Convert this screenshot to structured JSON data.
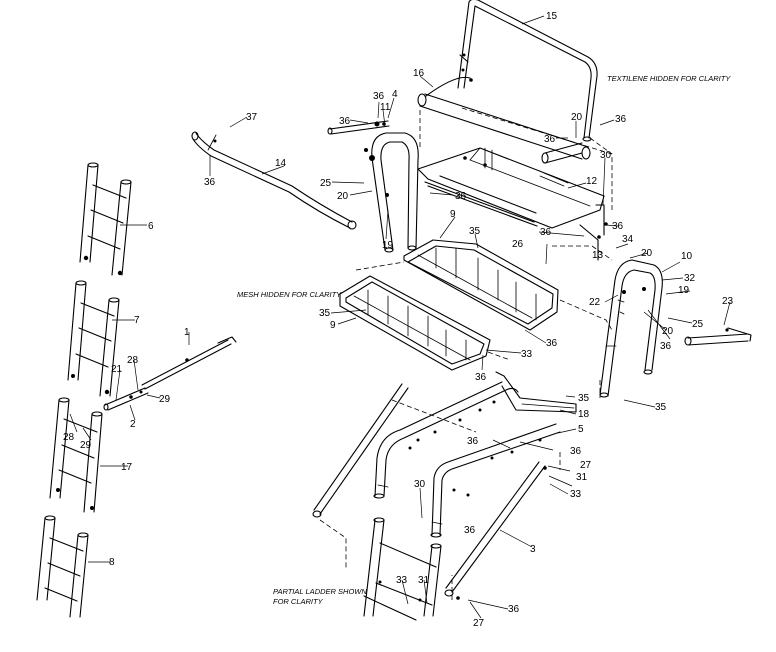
{
  "callouts": {
    "c1": "1",
    "c2": "2",
    "c3": "3",
    "c4": "4",
    "c5": "5",
    "c6": "6",
    "c7": "7",
    "c8": "8",
    "c9a": "9",
    "c9b": "9",
    "c10": "10",
    "c11": "11",
    "c12": "12",
    "c13": "13",
    "c14": "14",
    "c15": "15",
    "c16": "16",
    "c17": "17",
    "c18": "18",
    "c19a": "19",
    "c19b": "19",
    "c20a": "20",
    "c20b": "20",
    "c20c": "20",
    "c20d": "20",
    "c21": "21",
    "c22": "22",
    "c23": "23",
    "c25a": "25",
    "c25b": "25",
    "c26": "26",
    "c27a": "27",
    "c27b": "27",
    "c28a": "28",
    "c28b": "28",
    "c29a": "29",
    "c29b": "29",
    "c30a": "30",
    "c30b": "30",
    "c31a": "31",
    "c31b": "31",
    "c32": "32",
    "c33a": "33",
    "c33b": "33",
    "c33c": "33",
    "c34": "34",
    "c35a": "35",
    "c35b": "35",
    "c35c": "35",
    "c35d": "35",
    "c36a": "36",
    "c36b": "36",
    "c36c": "36",
    "c36d": "36",
    "c36e": "36",
    "c36f": "36",
    "c36g": "36",
    "c36h": "36",
    "c36i": "36",
    "c36j": "36",
    "c36k": "36",
    "c36l": "36",
    "c36m": "36",
    "c36n": "36",
    "c36o": "36",
    "c37": "37"
  },
  "notes": {
    "textilene": "TEXTILENE HIDDEN FOR CLARITY",
    "mesh": "MESH HIDDEN FOR CLARITY",
    "partial_ladder_1": "PARTIAL LADDER SHOWN",
    "partial_ladder_2": "FOR CLARITY"
  }
}
